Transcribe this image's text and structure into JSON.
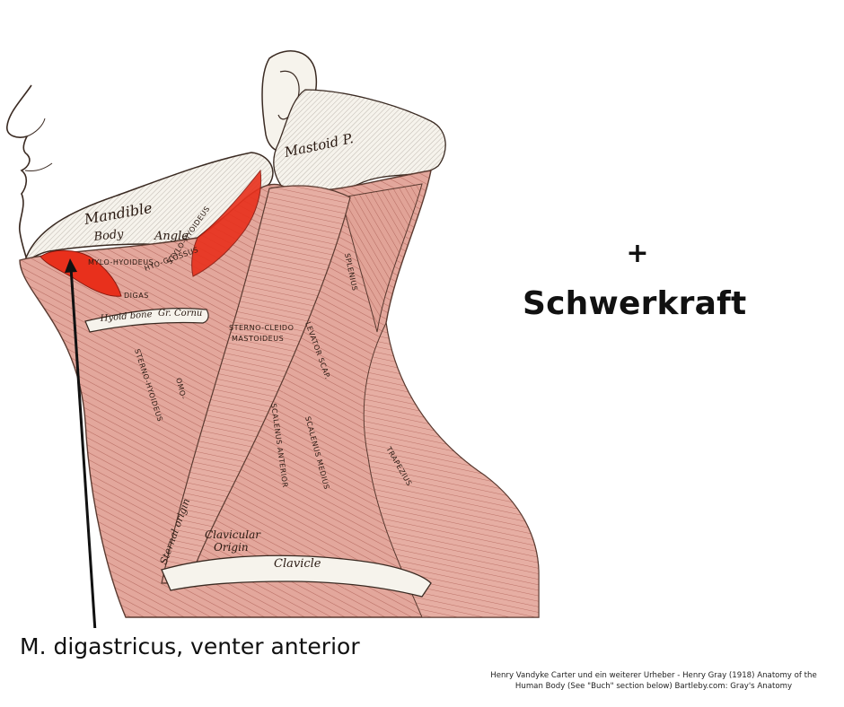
{
  "illustration": {
    "labels": {
      "mastoid": "Mastoid P.",
      "mandible": "Mandible",
      "body": "Body",
      "angle": "Angle",
      "stylohyoideus": "STYLO-HYOIDEUS",
      "mylohyoideus": "MYLO-HYOIDEUS",
      "hyoglossus": "HYO-GLOSSUS",
      "digastricus": "DIGAS",
      "hyoid_bone": "Hyoid bone",
      "gr_cornu": "Gr. Cornu",
      "sternocleidomastoideus_1": "STERNO-CLEIDO",
      "sternocleidomastoideus_2": "MASTOIDEUS",
      "splenius": "SPLENIUS",
      "levator_scap": "LEVATOR SCAP.",
      "scalenus_anterior": "SCALENUS ANTERIOR",
      "scalenus_medius": "SCALENUS MEDIUS",
      "sternohyoideus": "STERNO-HYOIDEUS",
      "omohyoideus": "OMO-",
      "trapezius": "TRAPEZIUS",
      "clavicular_origin_1": "Clavicular",
      "clavicular_origin_2": "Origin",
      "sternal_origin": "Sternal origin",
      "clavicle": "Clavicle"
    }
  },
  "plus_sign": "+",
  "gravity_label": "Schwerkraft",
  "caption": "M. digastricus, venter anterior",
  "credit_line_1": "Henry Vandyke Carter und ein weiterer Urheber - Henry Gray (1918) Anatomy of the",
  "credit_line_2": "Human Body (See \"Buch\" section below) Bartleby.com: Gray's Anatomy",
  "colors": {
    "muscle": "#e2a096",
    "muscle_dark": "#b9675c",
    "highlight": "#e8301c",
    "bone": "#f4f1ea",
    "outline": "#3a2a22"
  }
}
